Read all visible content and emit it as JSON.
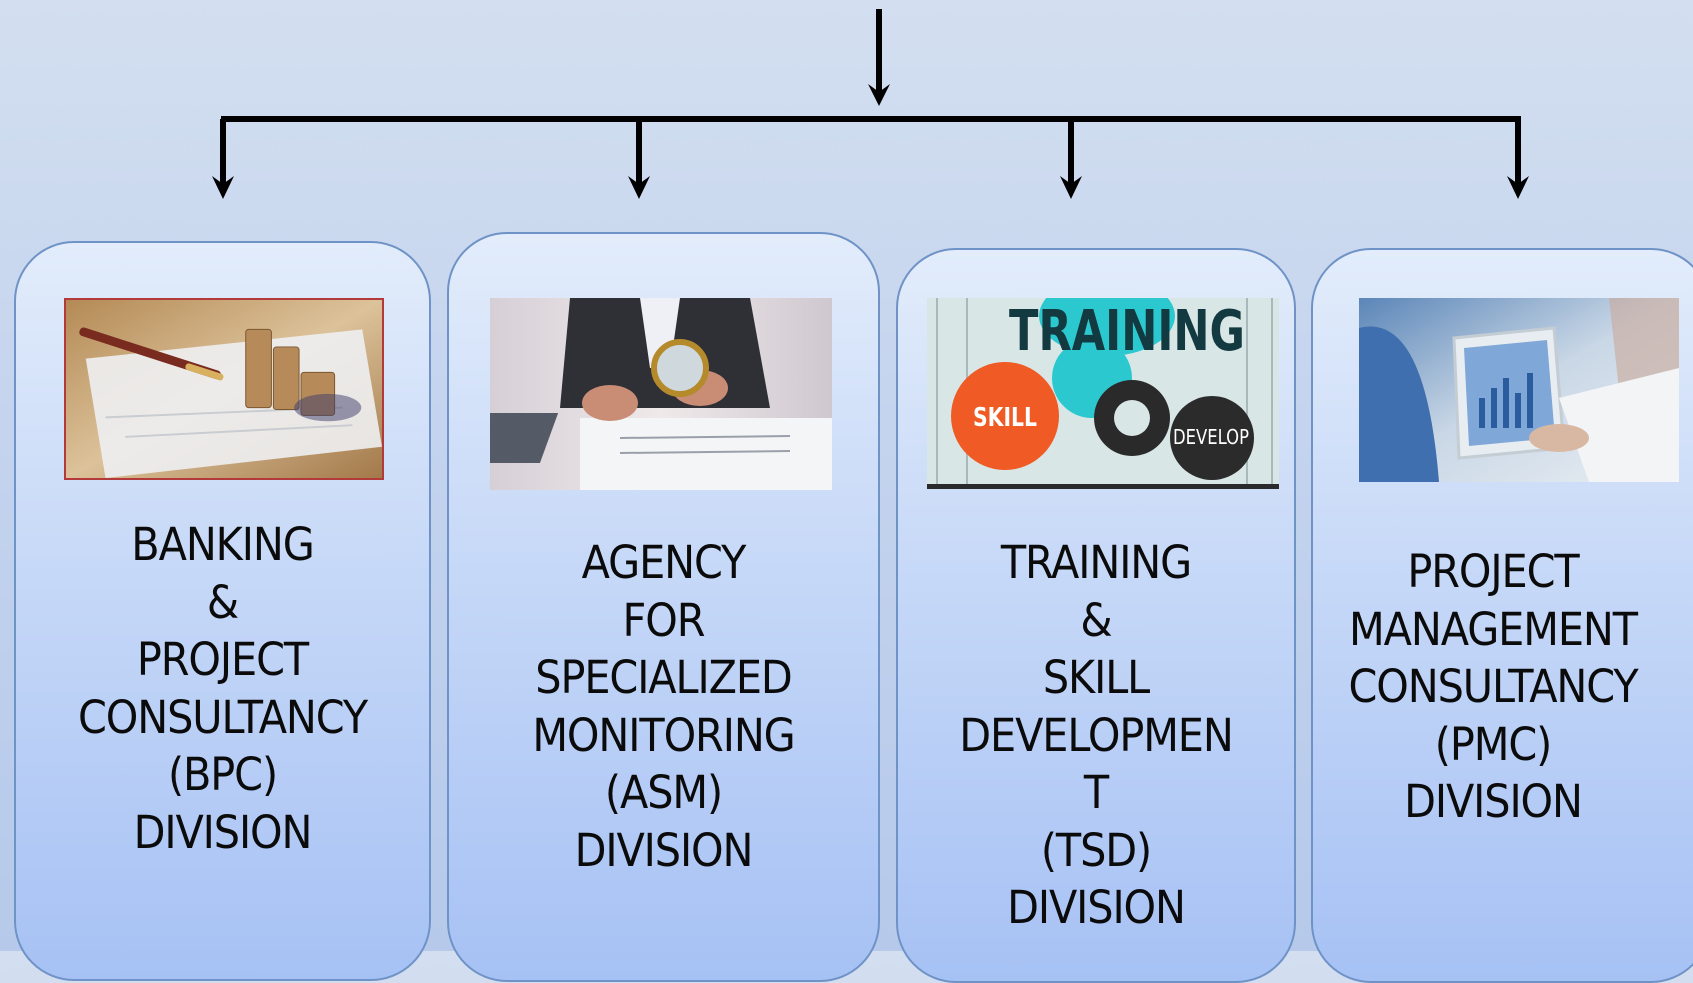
{
  "divisions": [
    {
      "id": "bpc",
      "lines": [
        "BANKING",
        "&",
        "PROJECT",
        "CONSULTANCY",
        "(BPC)",
        "DIVISION"
      ],
      "image_icon": "coins-and-pen-photo"
    },
    {
      "id": "asm",
      "lines": [
        "AGENCY",
        "FOR",
        "SPECIALIZED",
        "MONITORING",
        "(ASM)",
        "DIVISION"
      ],
      "image_icon": "magnifying-glass-audit-photo"
    },
    {
      "id": "tsd",
      "lines": [
        "TRAINING",
        "&",
        "SKILL",
        "DEVELOPMEN",
        "T",
        "(TSD)",
        "DIVISION"
      ],
      "image_icon": "training-skill-develop-graphic",
      "image_text": {
        "title": "TRAINING",
        "skill": "SKILL",
        "develop": "DEVELOP"
      }
    },
    {
      "id": "pmc",
      "lines": [
        "PROJECT",
        "MANAGEMENT",
        "CONSULTANCY",
        "(PMC)",
        "DIVISION"
      ],
      "image_icon": "tablet-analytics-photo"
    }
  ],
  "colors": {
    "background": "#c4d4ee",
    "card_border": "#6f93c6",
    "connector": "#000000",
    "text": "#0b0b0b"
  }
}
